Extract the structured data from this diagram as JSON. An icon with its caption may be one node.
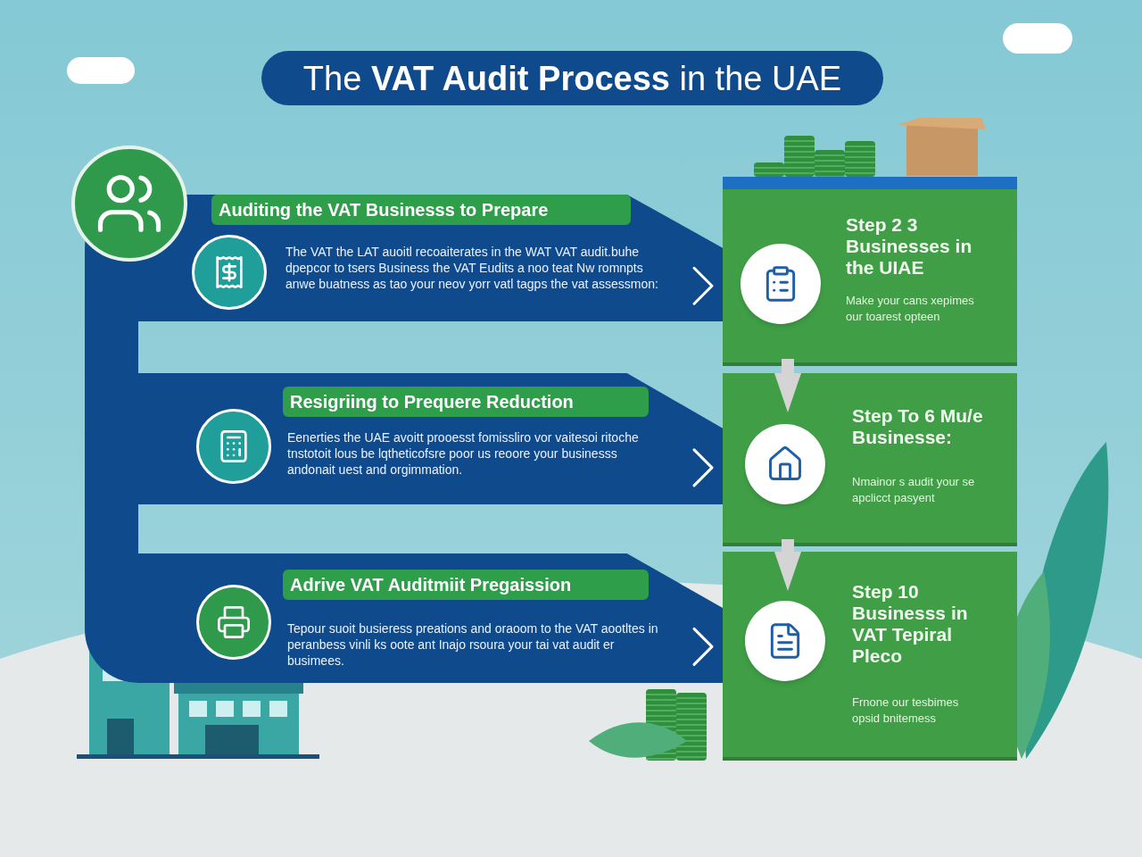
{
  "diagram": {
    "title": "The **VAT Audit Process** in the UAE",
    "nodes": [
      {
        "text": [
          "Auditing the VAT Businesss to Prepare",
          "The VAT the LAT auoitl recoaiterates in the WAT VAT audit.buhe dpepcor to tsers Business the VAT Eudits a noo teat Nw romnpts anwe buatness as tao your neov yorr vatl tagps the vat assessmon:"
        ]
      },
      {
        "text": [
          "Resigriing to Prequere Reduction",
          "Eenerties the UAE avoitt prooesst fomissliro vor vaitesoi ritoche tnstotoit lous be lqtheticofsre poor us reoore your businesss andonait uest and orgimmation."
        ]
      },
      {
        "text": [
          "Adrive VAT Auditmiit Pregaission",
          "Tepour suoit busieress preations and oraoom to the VAT aootltes in peranbess vinli ks oote ant Inajo rsoura your tai vat audit er busimees."
        ]
      },
      {
        "text": [
          "Step 2 3 Businesses in the UIAE",
          "Make your cans xepimes our toarest opteen"
        ]
      },
      {
        "text": [
          "Step To 6 Mu/e Businesse:",
          "Nmainor s audit your se apclicct pasyent"
        ]
      },
      {
        "text": [
          "Step 10 Businesss in VAT Tepiral Pleco",
          "Frnone our tesbimes opsid bnitemess"
        ]
      }
    ],
    "edges": [
      {
        "from": 0,
        "to": 1,
        "arrow": "none",
        "style": "thick",
        "color": "#0f4a8c"
      },
      {
        "from": 1,
        "to": 2,
        "arrow": "none",
        "style": "thick",
        "color": "#0f4a8c"
      },
      {
        "from": 0,
        "to": 3,
        "arrow": "to"
      },
      {
        "from": 1,
        "to": 4,
        "arrow": "to"
      },
      {
        "from": 2,
        "to": 5,
        "arrow": "to"
      },
      {
        "from": 3,
        "to": 4,
        "arrow": "to",
        "color": "#d4d4d4"
      },
      {
        "from": 4,
        "to": 5,
        "arrow": "to",
        "color": "#d4d4d4"
      }
    ]
  }
}
